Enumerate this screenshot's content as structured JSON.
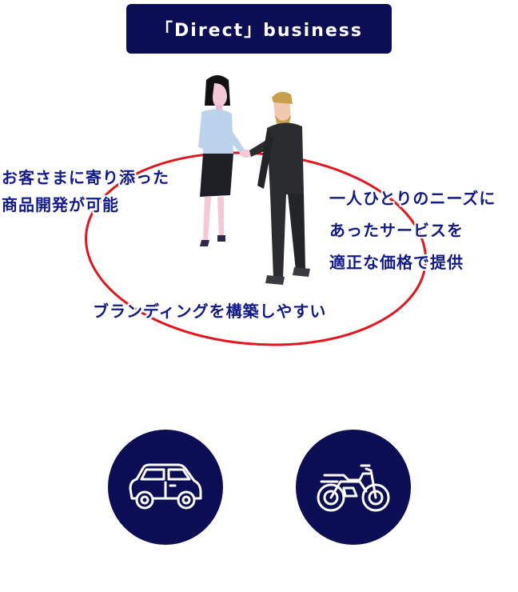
{
  "header": {
    "title": "「Direct」business"
  },
  "captions": {
    "left": [
      "お客さまに寄り添った",
      "商品開発が可能"
    ],
    "right": [
      "一人ひとりのニーズに",
      "あったサービスを",
      "適正な価格で提供"
    ],
    "bottom": "ブランディングを構築しやすい"
  },
  "colors": {
    "navy": "#0c0e55",
    "ring": "#e3161d",
    "caption": "#101a8a"
  },
  "icons": [
    "car-icon",
    "motorcycle-icon"
  ]
}
